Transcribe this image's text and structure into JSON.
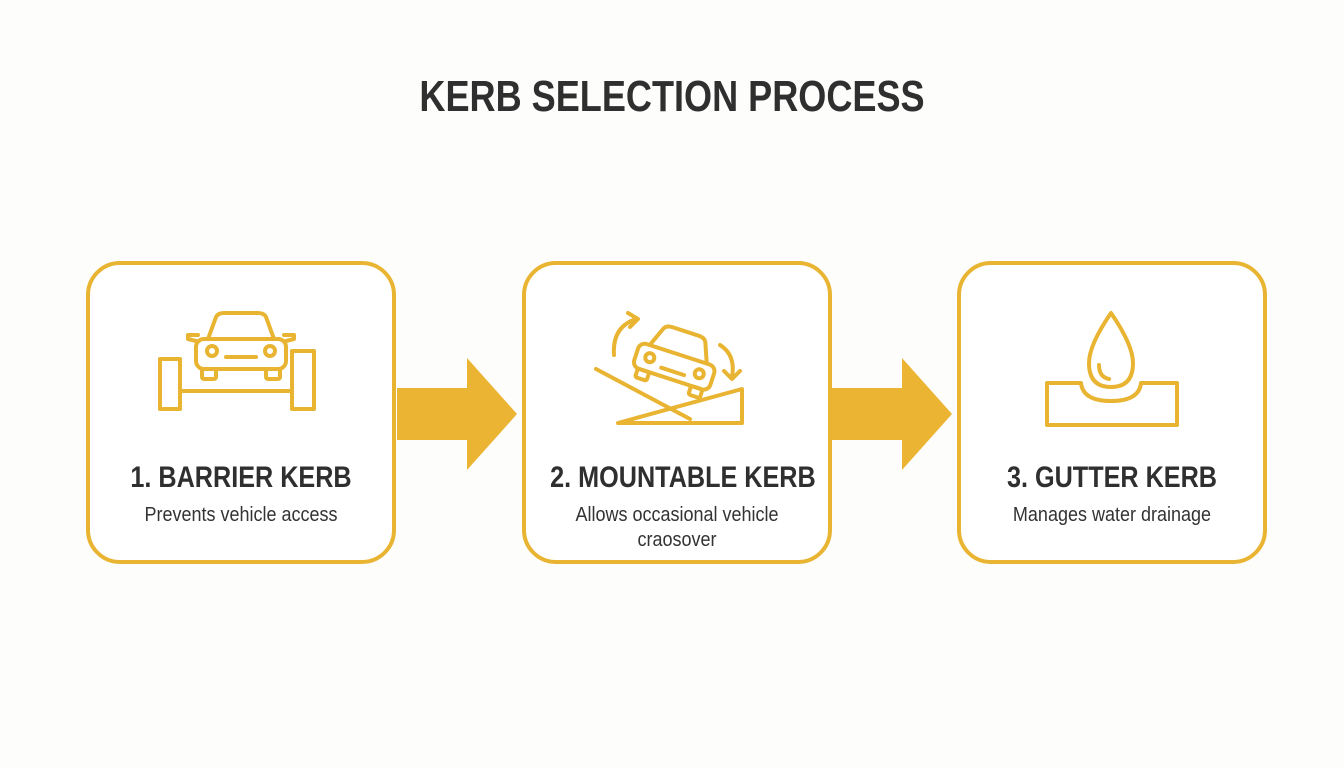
{
  "title": "KERB SELECTION PROCESS",
  "colors": {
    "accent": "#e8b432",
    "text": "#2f2f2f",
    "background": "#fdfdfc"
  },
  "steps": [
    {
      "title": "1. BARRIER KERB",
      "description": "Prevents vehicle access",
      "icon": "car-between-barriers-icon"
    },
    {
      "title": "2. MOUNTABLE KERB",
      "description": "Allows occasional vehicle craosover",
      "icon": "car-on-ramp-icon"
    },
    {
      "title": "3. GUTTER KERB",
      "description": "Manages water drainage",
      "icon": "water-drop-gutter-icon"
    }
  ]
}
